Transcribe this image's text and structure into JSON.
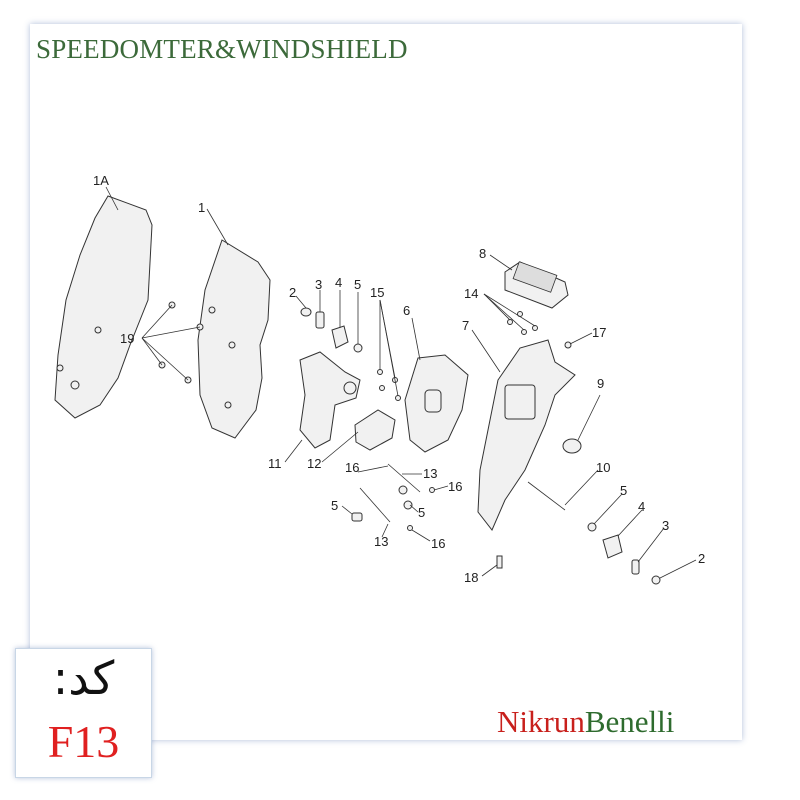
{
  "title": "SPEEDOMTER&WINDSHIELD",
  "code": {
    "label": "کد:",
    "value": "F13"
  },
  "brand": {
    "part1": "Nikrun",
    "part2": "Benelli"
  },
  "callouts": {
    "c1A": "1A",
    "c1": "1",
    "c2a": "2",
    "c3a": "3",
    "c4a": "4",
    "c5a": "5",
    "c15": "15",
    "c6": "6",
    "c8": "8",
    "c14": "14",
    "c7": "7",
    "c17": "17",
    "c19": "19",
    "c9": "9",
    "c11": "11",
    "c12": "12",
    "c16a": "16",
    "c13a": "13",
    "c16b": "16",
    "c5b": "5",
    "c5c": "5",
    "c13b": "13",
    "c16c": "16",
    "c10": "10",
    "c5d": "5",
    "c4b": "4",
    "c3b": "3",
    "c2b": "2",
    "c18": "18"
  },
  "colors": {
    "title": "#3c6a3a",
    "code": "#e02020",
    "brand_red": "#c8201c",
    "brand_green": "#2e6b2e"
  }
}
